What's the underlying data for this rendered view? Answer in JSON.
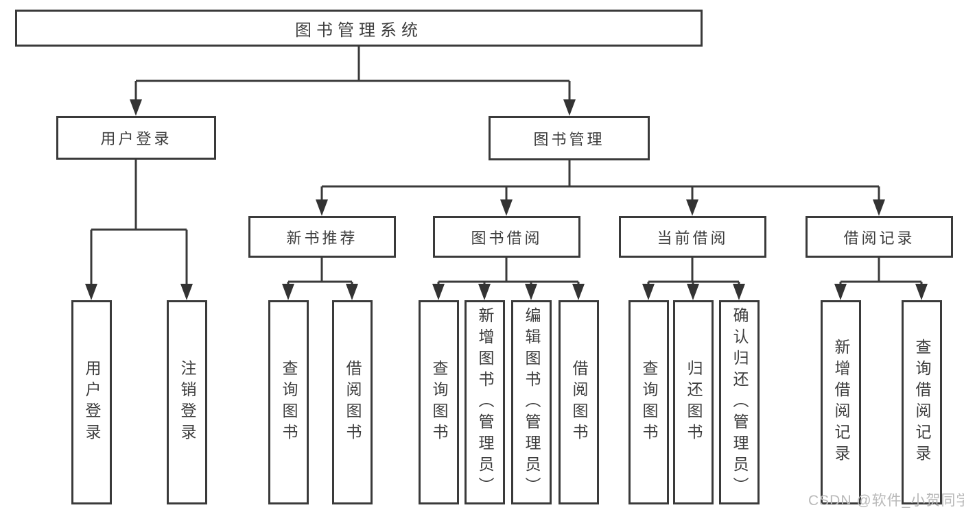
{
  "diagram": {
    "root": {
      "label": "图书管理系统"
    },
    "branches": [
      {
        "label": "用户登录",
        "children": [
          {
            "label": "用户登录"
          },
          {
            "label": "注销登录"
          }
        ]
      },
      {
        "label": "图书管理",
        "children": [
          {
            "label": "新书推荐",
            "children": [
              {
                "label": "查询图书"
              },
              {
                "label": "借阅图书"
              }
            ]
          },
          {
            "label": "图书借阅",
            "children": [
              {
                "label": "查询图书"
              },
              {
                "label": "新增图书（管理员）"
              },
              {
                "label": "编辑图书（管理员）"
              },
              {
                "label": "借阅图书"
              }
            ]
          },
          {
            "label": "当前借阅",
            "children": [
              {
                "label": "查询图书"
              },
              {
                "label": "归还图书"
              },
              {
                "label": "确认归还（管理员）"
              }
            ]
          },
          {
            "label": "借阅记录",
            "children": [
              {
                "label": "新增借阅记录"
              },
              {
                "label": "查询借阅记录"
              }
            ]
          }
        ]
      }
    ]
  },
  "watermark": {
    "text": "CSDN @软件_小贺同学"
  },
  "colors": {
    "line": "#3a3a3a",
    "text": "#3d3d3d",
    "watermark": "#b9b9b9",
    "background": "#ffffff"
  }
}
